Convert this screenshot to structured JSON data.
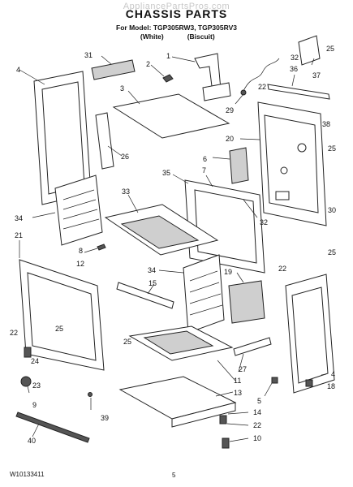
{
  "header": {
    "watermark": "AppliancePartsPros.com",
    "title": "CHASSIS PARTS",
    "model_line": "For Model: TGP305RW3, TGP305RV3",
    "variant_white": "(White)",
    "variant_biscuit": "(Biscuit)"
  },
  "footer": {
    "doc_number": "W10133411",
    "page_number": "5"
  },
  "callouts": {
    "c1": "1",
    "c2": "2",
    "c3": "3",
    "c4a": "4",
    "c4b": "4",
    "c5": "5",
    "c6": "6",
    "c7": "7",
    "c8": "8",
    "c9": "9",
    "c10": "10",
    "c11": "11",
    "c12": "12",
    "c13": "13",
    "c14": "14",
    "c15": "15",
    "c18": "18",
    "c19": "19",
    "c20": "20",
    "c21": "21",
    "c22a": "22",
    "c22b": "22",
    "c22c": "22",
    "c22d": "22",
    "c23": "23",
    "c24": "24",
    "c25a": "25",
    "c25b": "25",
    "c25c": "25",
    "c25d": "25",
    "c26": "26",
    "c27": "27",
    "c29": "29",
    "c30": "30",
    "c31": "31",
    "c32a": "32",
    "c32b": "32",
    "c33": "33",
    "c34a": "34",
    "c34b": "34",
    "c35": "35",
    "c36": "36",
    "c37": "37",
    "c38": "38",
    "c39": "39",
    "c40": "40"
  }
}
